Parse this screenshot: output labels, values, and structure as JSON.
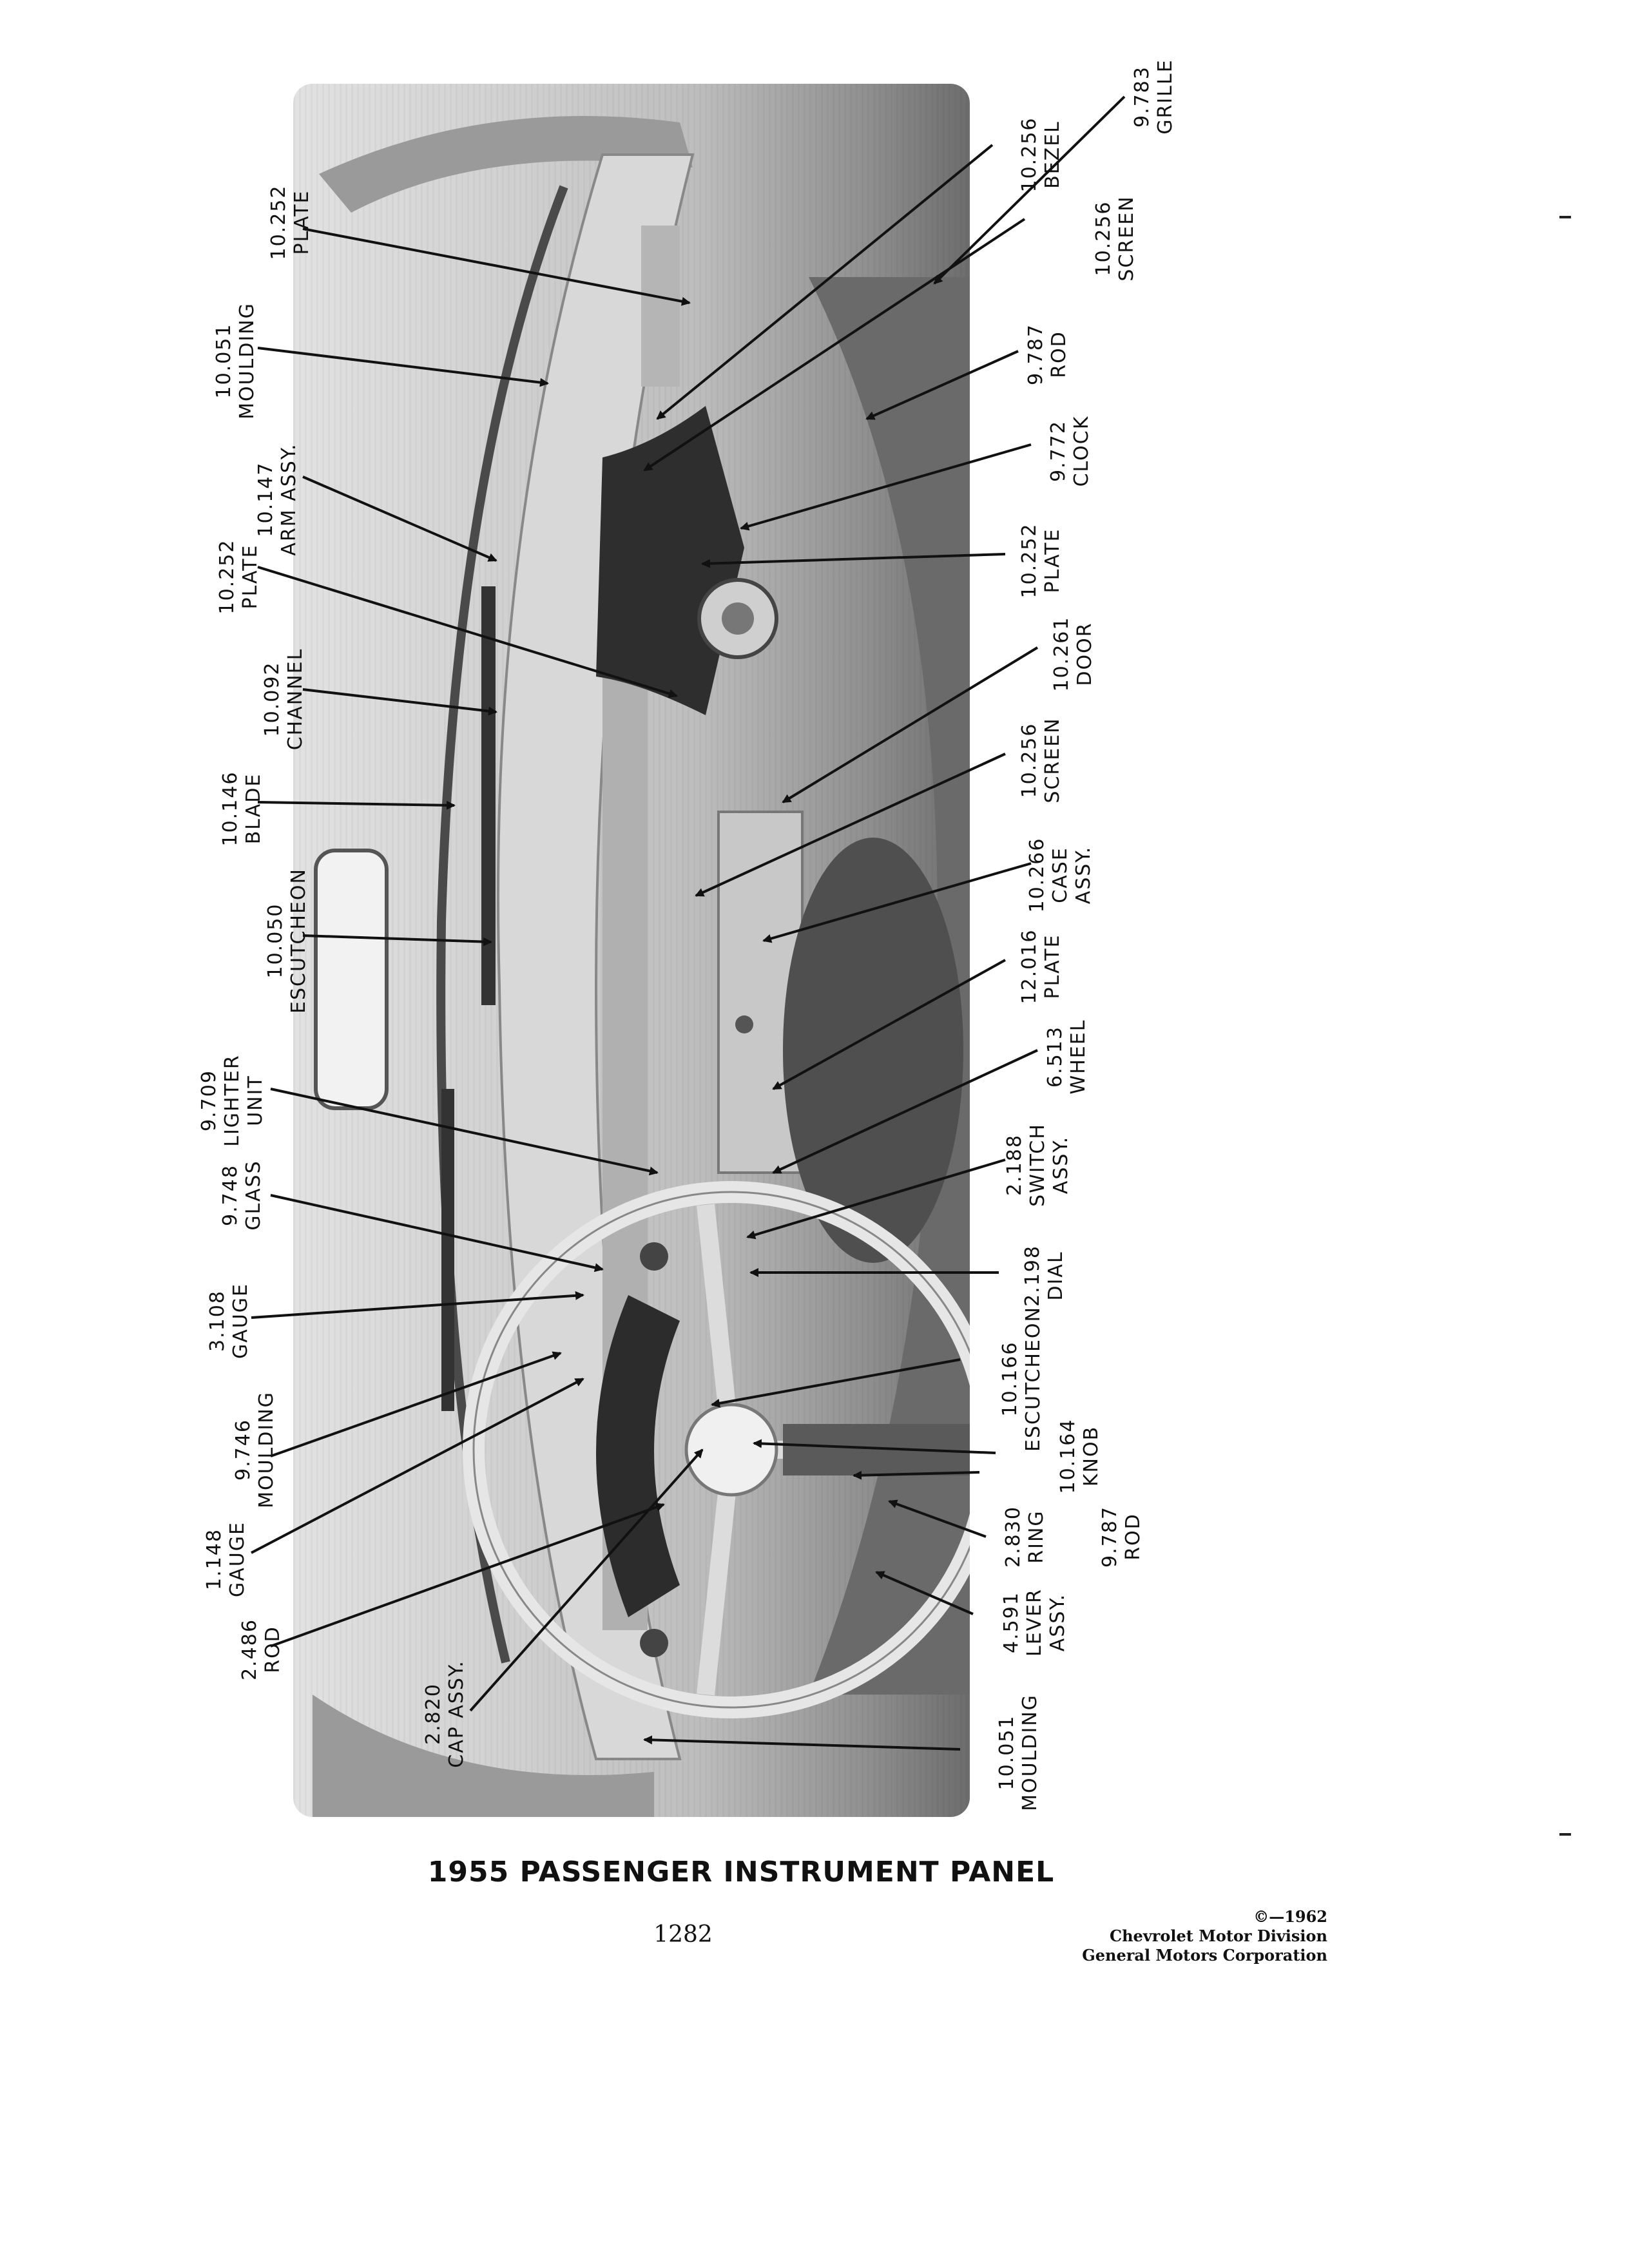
{
  "caption": "1955 PASSENGER INSTRUMENT PANEL",
  "page_number": "1282",
  "copyright": {
    "year_line": "©—1962",
    "division": "Chevrolet Motor Division",
    "corporation": "General Motors Corporation"
  },
  "callouts": {
    "plate_upper": {
      "number": "10.252",
      "name": "PLATE"
    },
    "moulding_upper": {
      "number": "10.051",
      "name": "MOULDING"
    },
    "arm_assy": {
      "number": "10.147",
      "name": "ARM ASSY."
    },
    "plate_left": {
      "number": "10.252",
      "name": "PLATE"
    },
    "channel": {
      "number": "10.092",
      "name": "CHANNEL"
    },
    "blade": {
      "number": "10.146",
      "name": "BLADE"
    },
    "escutcheon_mirror": {
      "number": "10.050",
      "name": "ESCUTCHEON"
    },
    "lighter_unit": {
      "number": "9.709",
      "name": "LIGHTER",
      "name2": "UNIT"
    },
    "glass": {
      "number": "9.748",
      "name": "GLASS"
    },
    "gauge_3108": {
      "number": "3.108",
      "name": "GAUGE"
    },
    "moulding_9746": {
      "number": "9.746",
      "name": "MOULDING"
    },
    "gauge_1148": {
      "number": "1.148",
      "name": "GAUGE"
    },
    "rod_2486": {
      "number": "2.486",
      "name": "ROD"
    },
    "cap_assy": {
      "number": "2.820",
      "name": "CAP ASSY."
    },
    "moulding_lower": {
      "number": "10.051",
      "name": "MOULDING"
    },
    "lever_assy": {
      "number": "4.591",
      "name": "LEVER",
      "name2": "ASSY."
    },
    "ring": {
      "number": "2.830",
      "name": "RING"
    },
    "rod_9787_lower": {
      "number": "9.787",
      "name": "ROD"
    },
    "knob": {
      "number": "10.164",
      "name": "KNOB"
    },
    "escutcheon_column": {
      "number": "10.166",
      "name": "ESCUTCHEON"
    },
    "dial": {
      "number": "2.198",
      "name": "DIAL"
    },
    "switch_assy": {
      "number": "2.188",
      "name": "SWITCH",
      "name2": "ASSY."
    },
    "wheel": {
      "number": "6.513",
      "name": "WHEEL"
    },
    "plate_12016": {
      "number": "12.016",
      "name": "PLATE"
    },
    "case_assy": {
      "number": "10.266",
      "name": "CASE",
      "name2": "ASSY."
    },
    "screen_mid": {
      "number": "10.256",
      "name": "SCREEN"
    },
    "door": {
      "number": "10.261",
      "name": "DOOR"
    },
    "plate_clock": {
      "number": "10.252",
      "name": "PLATE"
    },
    "clock": {
      "number": "9.772",
      "name": "CLOCK"
    },
    "rod_9787_upper": {
      "number": "9.787",
      "name": "ROD"
    },
    "screen_upper": {
      "number": "10.256",
      "name": "SCREEN"
    },
    "bezel": {
      "number": "10.256",
      "name": "BEZEL"
    },
    "grille": {
      "number": "9.783",
      "name": "GRILLE"
    }
  }
}
